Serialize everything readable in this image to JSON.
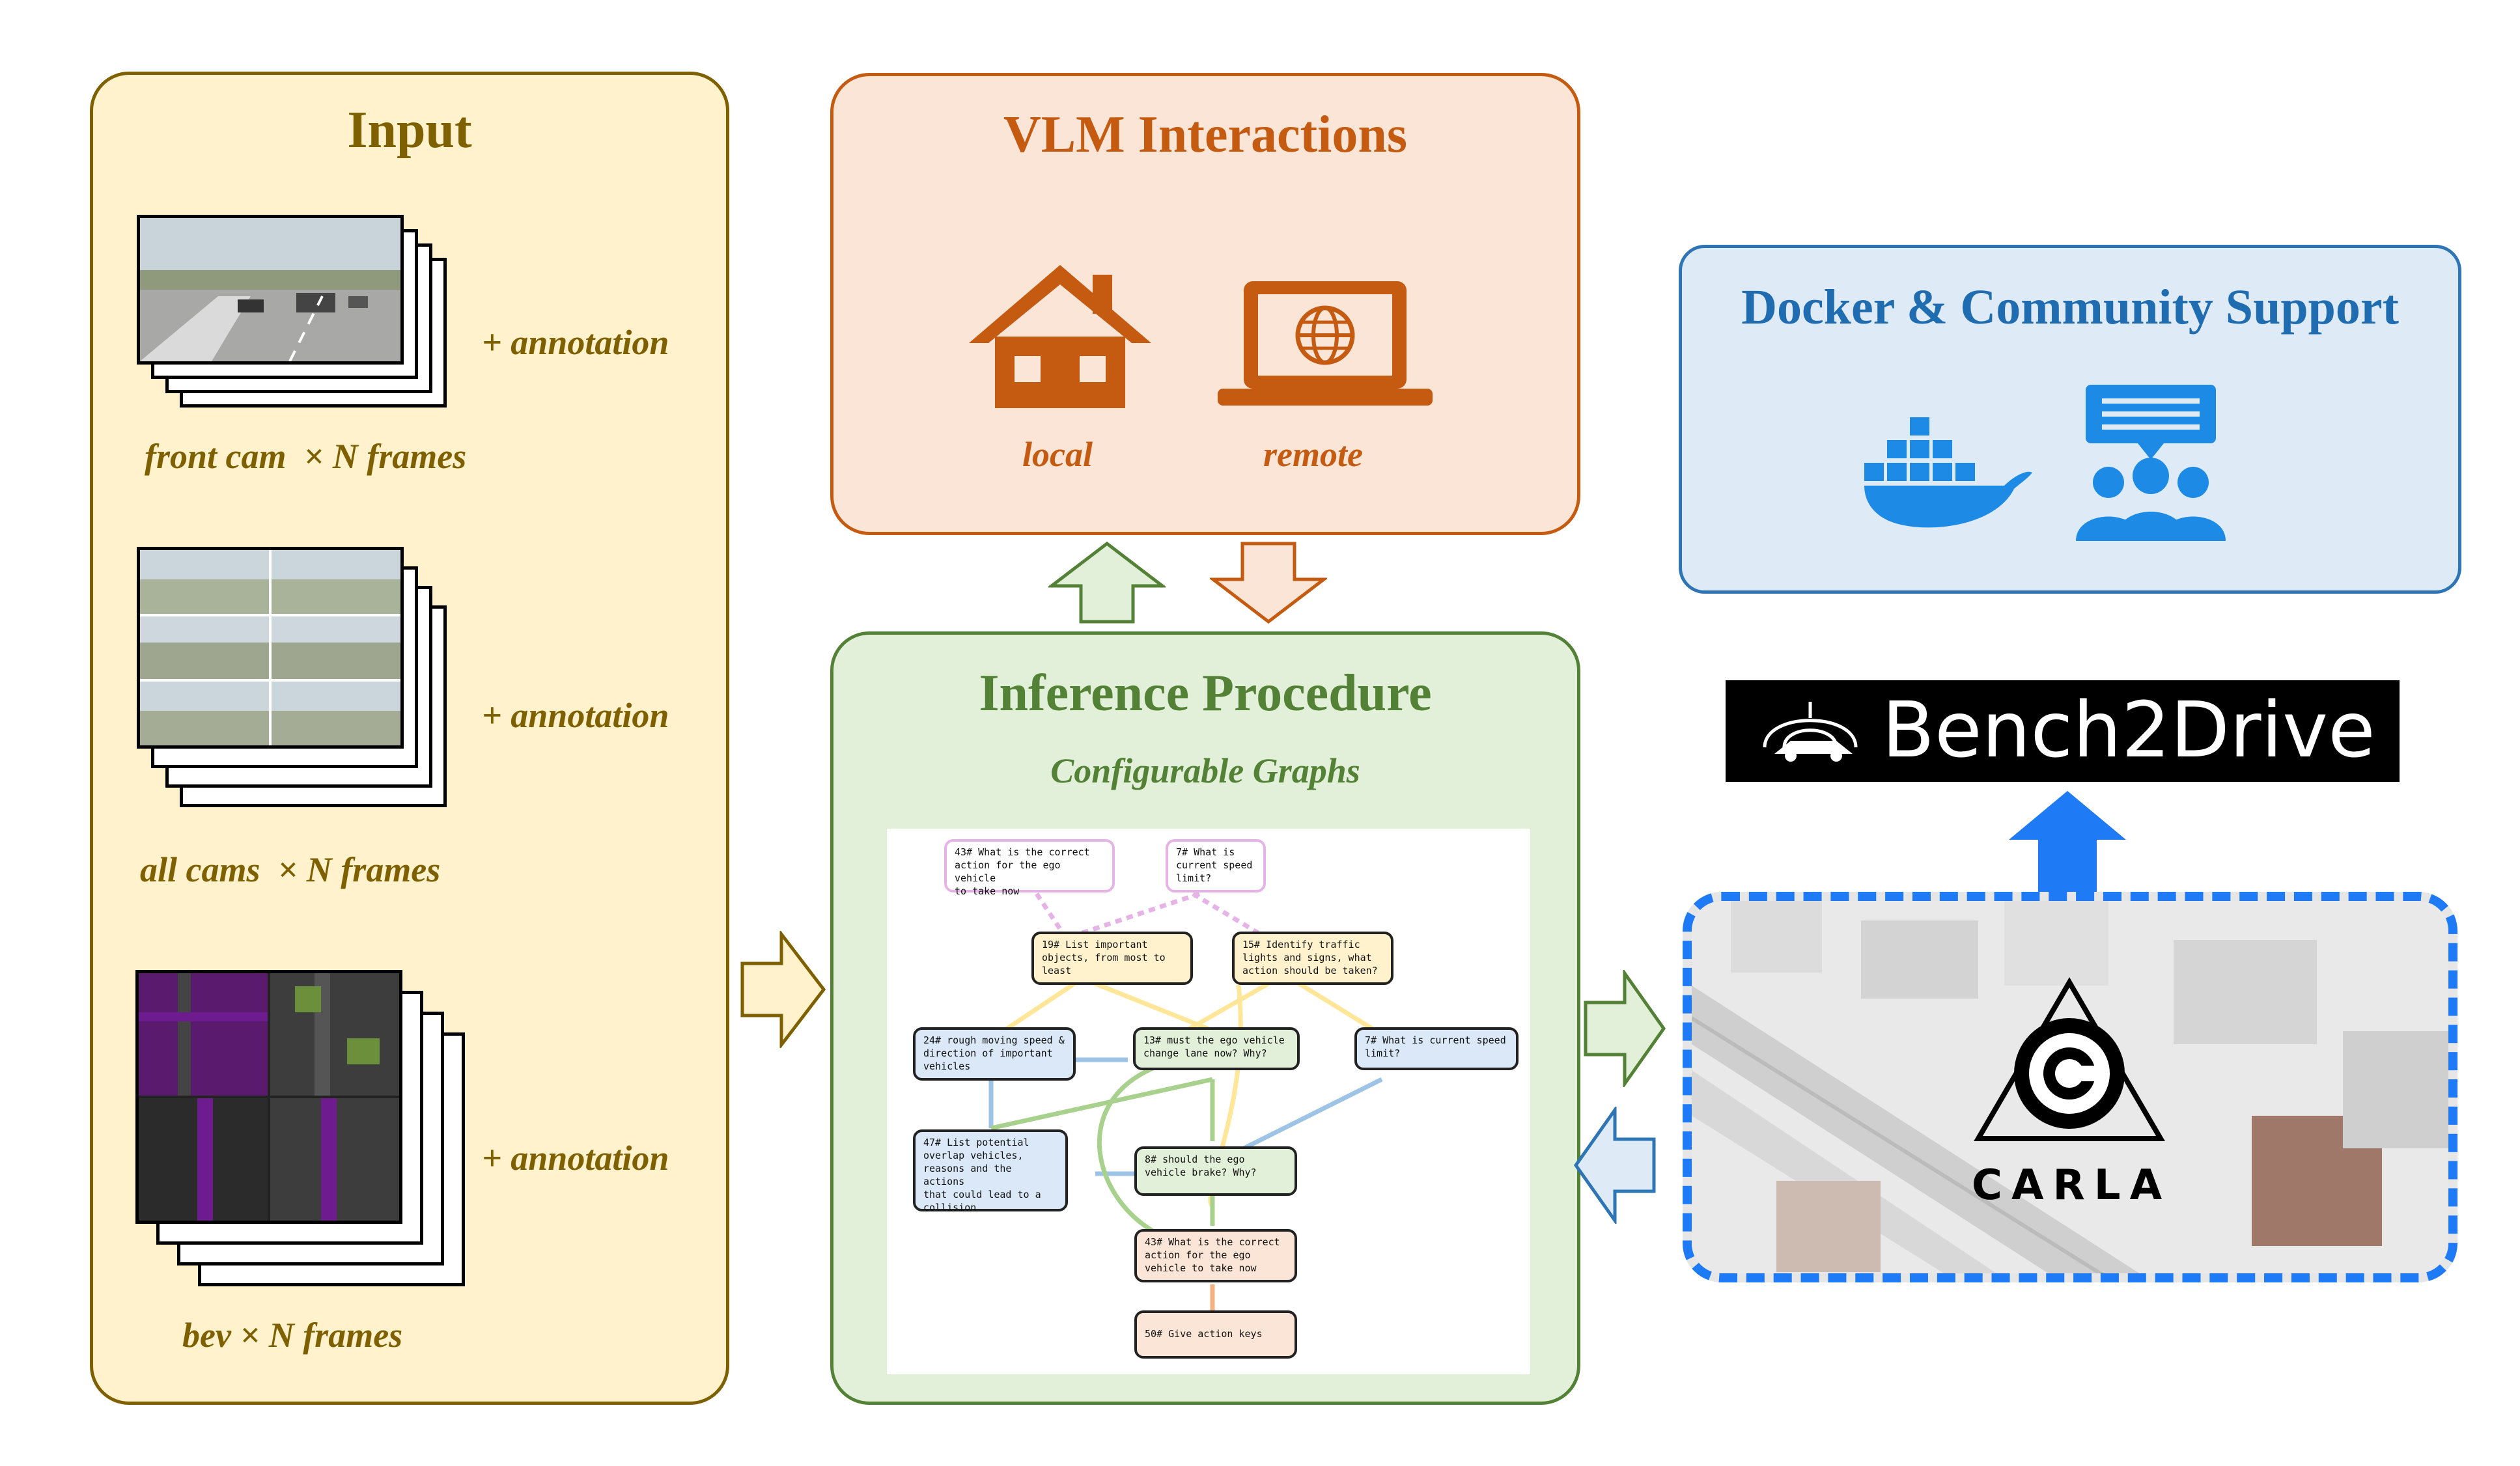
{
  "input": {
    "title": "Input",
    "rows": [
      {
        "caption": "front cam  × N frames",
        "annotation": "+ annotation"
      },
      {
        "caption": "all cams  × N frames",
        "annotation": "+ annotation"
      },
      {
        "caption": "bev × N frames",
        "annotation": "+ annotation"
      }
    ]
  },
  "vlm": {
    "title": "VLM Interactions",
    "local_label": "local",
    "remote_label": "remote"
  },
  "inference": {
    "title": "Inference Procedure",
    "subtitle": "Configurable Graphs",
    "nodes": [
      {
        "lines": [
          "43# What is the correct",
          "action for the ego vehicle",
          "to take now"
        ]
      },
      {
        "lines": [
          "7# What is",
          "current speed",
          "limit?"
        ]
      },
      {
        "lines": [
          "19# List important",
          "objects, from most to",
          "least"
        ]
      },
      {
        "lines": [
          "15# Identify traffic",
          "lights and signs, what",
          "action should be taken?"
        ]
      },
      {
        "lines": [
          "24# rough moving speed &",
          "direction of important",
          "vehicles"
        ]
      },
      {
        "lines": [
          "13# must the ego vehicle",
          "change lane now? Why?"
        ]
      },
      {
        "lines": [
          "7# What is current speed",
          "limit?"
        ]
      },
      {
        "lines": [
          "47# List potential",
          "overlap vehicles,",
          "reasons and the actions",
          "that could lead to a",
          "collision"
        ]
      },
      {
        "lines": [
          "8# should the ego",
          "vehicle brake? Why?"
        ]
      },
      {
        "lines": [
          "43# What is the correct",
          "action for the ego",
          "vehicle to take now"
        ]
      },
      {
        "lines": [
          "50# Give action keys"
        ]
      }
    ]
  },
  "docker": {
    "title": "Docker & Community Support"
  },
  "bench2drive": {
    "label": "Bench2Drive"
  },
  "carla": {
    "label": "CARLA"
  },
  "colors": {
    "input_bg": "#fff2cc",
    "input_text": "#7f6000",
    "vlm_bg": "#fbe5d6",
    "vlm_text": "#c55a11",
    "infer_bg": "#e2f0d9",
    "infer_text": "#538135",
    "docker_bg": "#deebf7",
    "docker_text": "#1f6cb0",
    "carla_border": "#1e7af5"
  }
}
